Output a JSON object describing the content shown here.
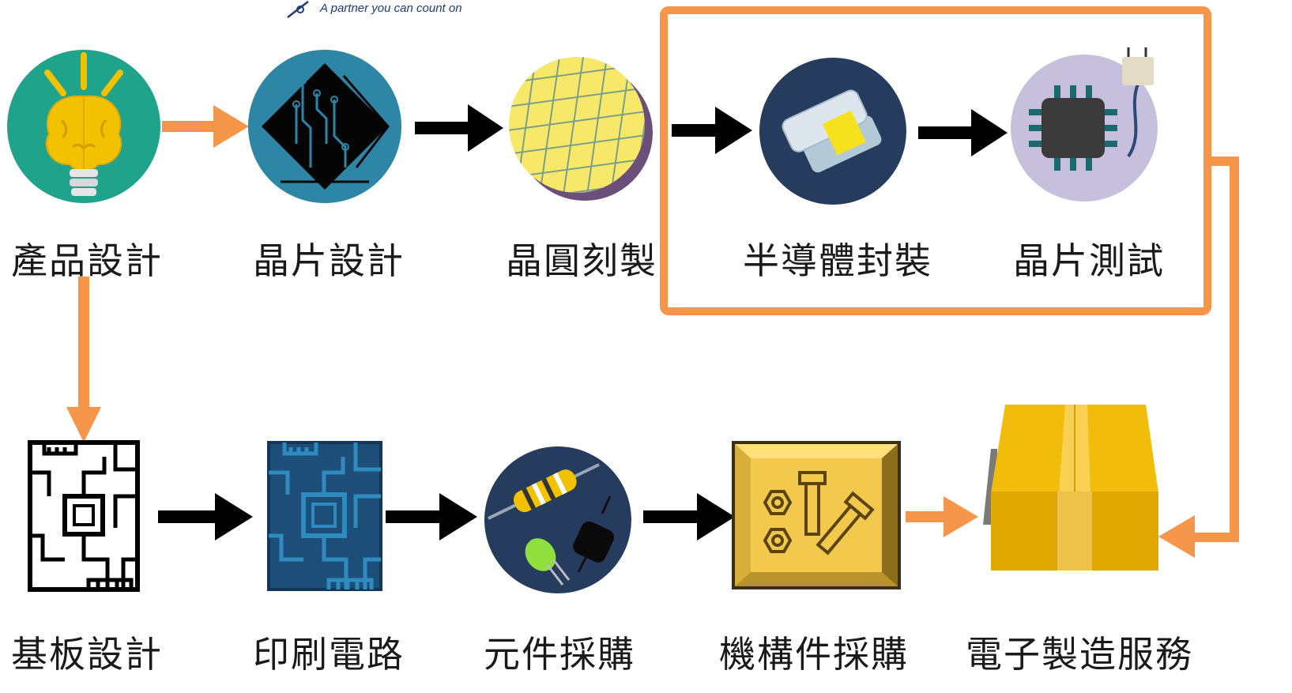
{
  "header": {
    "tagline": "A partner you can count on"
  },
  "steps": {
    "product_design": "產品設計",
    "chip_design": "晶片設計",
    "wafer_fab": "晶圓刻製",
    "semiconductor_packaging": "半導體封裝",
    "chip_testing": "晶片測試",
    "substrate_design": "基板設計",
    "pcb": "印刷電路",
    "component_procurement": "元件採購",
    "mechanical_procurement": "機構件採購",
    "ems": "電子製造服務"
  },
  "colors": {
    "accent_orange": "#f5964a",
    "arrow_black": "#000000",
    "brain_bg": "#1fa38a",
    "chip_bg": "#2e86a6",
    "package_bg": "#263c5e",
    "testing_bg": "#c7c0dc",
    "pcb_blue": "#1d4e78",
    "box_yellow": "#f2bd0a"
  },
  "icons": {
    "product_design": "brain-lightbulb-icon",
    "chip_design": "chip-circuit-icon",
    "wafer_fab": "wafer-icon",
    "semiconductor_packaging": "package-icon",
    "chip_testing": "tested-chip-icon",
    "substrate_design": "circuit-board-outline-icon",
    "pcb": "pcb-icon",
    "component_procurement": "electronic-components-icon",
    "mechanical_procurement": "bolts-nuts-icon",
    "ems": "shipping-box-icon"
  }
}
